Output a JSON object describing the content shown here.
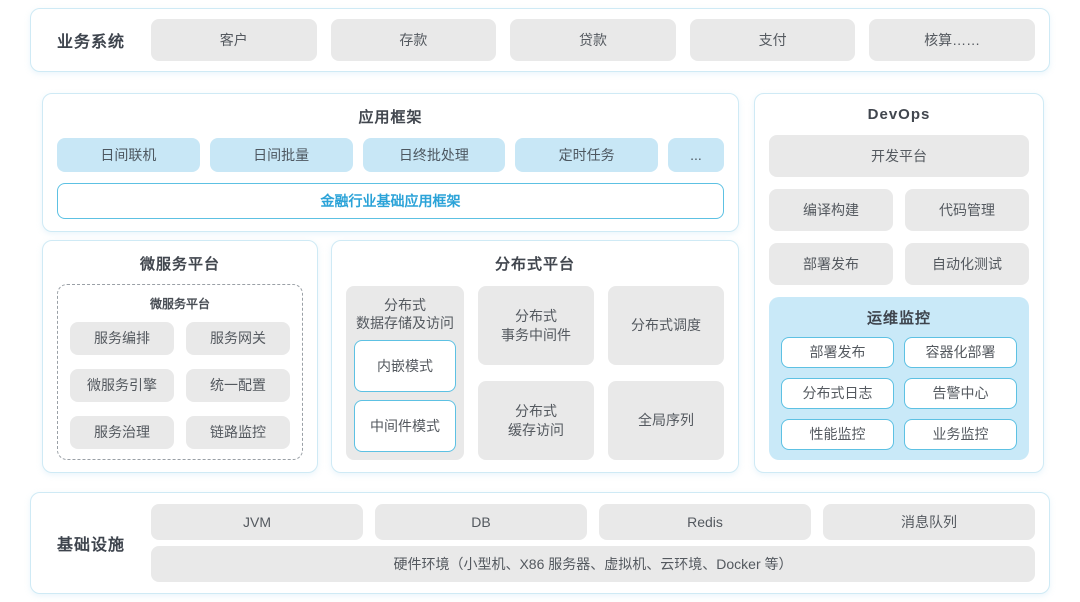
{
  "colors": {
    "accent_blue_text": "#2ba3d8",
    "panel_border": "#cfeaf5",
    "item_gray": "#e9e9e9",
    "item_light_blue": "#c8e7f6",
    "outline_border": "#5dc1e3",
    "monitor_panel_bg": "#c9e9f8"
  },
  "business": {
    "label": "业务系统",
    "items": [
      "客户",
      "存款",
      "贷款",
      "支付",
      "核算……"
    ]
  },
  "app_framework": {
    "title": "应用框架",
    "items": [
      "日间联机",
      "日间批量",
      "日终批处理",
      "定时任务",
      "..."
    ],
    "base": "金融行业基础应用框架"
  },
  "microservice": {
    "title": "微服务平台",
    "inner_title": "微服务平台",
    "items": [
      "服务编排",
      "服务网关",
      "微服务引擎",
      "统一配置",
      "服务治理",
      "链路监控"
    ]
  },
  "distributed": {
    "title": "分布式平台",
    "storage": {
      "label": "分布式\n数据存储及访问",
      "modes": [
        "内嵌模式",
        "中间件模式"
      ]
    },
    "items": [
      "分布式\n事务中间件",
      "分布式调度",
      "分布式\n缓存访问",
      "全局序列"
    ]
  },
  "devops": {
    "title": "DevOps",
    "dev_platform": "开发平台",
    "items": [
      "编译构建",
      "代码管理",
      "部署发布",
      "自动化测试"
    ],
    "monitoring": {
      "title": "运维监控",
      "items": [
        "部署发布",
        "容器化部署",
        "分布式日志",
        "告警中心",
        "性能监控",
        "业务监控"
      ]
    }
  },
  "infrastructure": {
    "label": "基础设施",
    "items": [
      "JVM",
      "DB",
      "Redis",
      "消息队列"
    ],
    "hardware": "硬件环境（小型机、X86 服务器、虚拟机、云环境、Docker 等）"
  }
}
